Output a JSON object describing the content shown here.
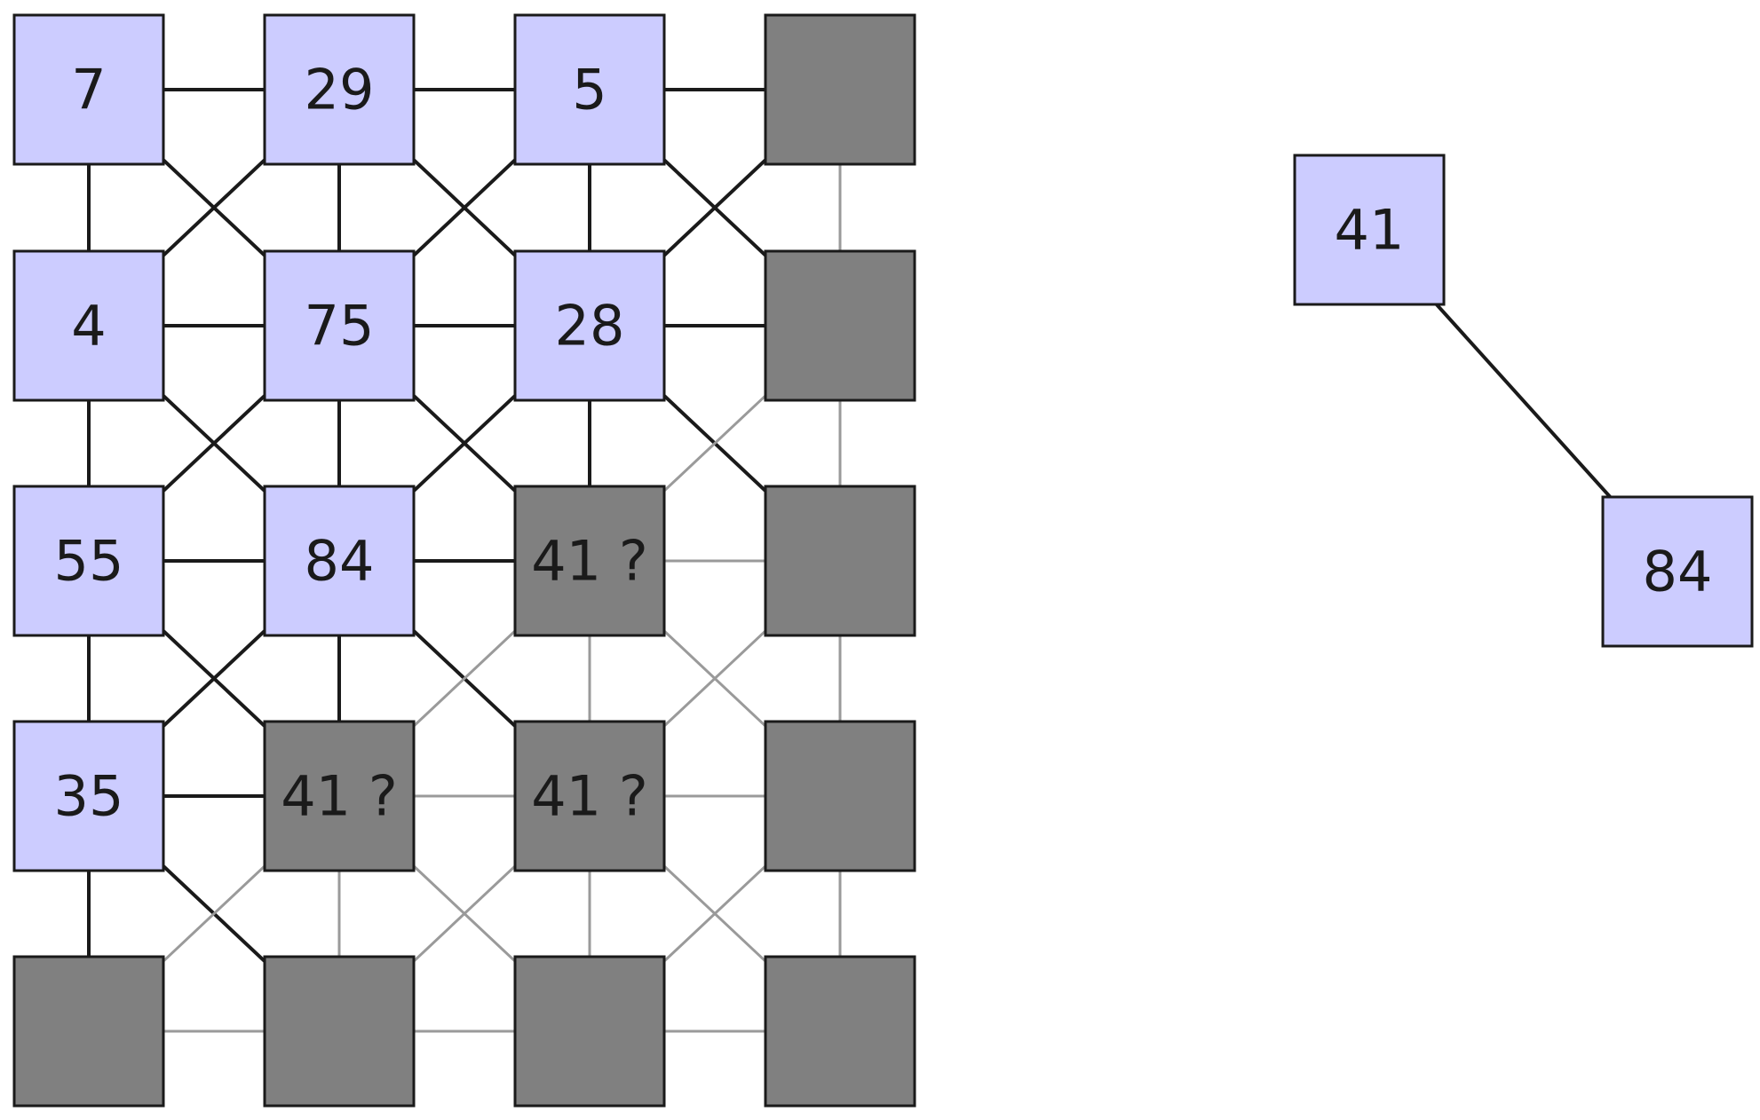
{
  "colors": {
    "known": "#ccccff",
    "unknown": "#808080",
    "edge_strong": "#1a1a1a",
    "edge_weak": "#9a9a9a",
    "border": "#1a1a1a"
  },
  "grid": {
    "cols": 4,
    "rows": 5,
    "cells": [
      [
        "7",
        "29",
        "5",
        ""
      ],
      [
        "4",
        "75",
        "28",
        ""
      ],
      [
        "55",
        "84",
        "41 ?",
        ""
      ],
      [
        "35",
        "41 ?",
        "41 ?",
        ""
      ],
      [
        "",
        "",
        "",
        ""
      ]
    ],
    "known": [
      [
        true,
        true,
        true,
        false
      ],
      [
        true,
        true,
        true,
        false
      ],
      [
        true,
        true,
        false,
        false
      ],
      [
        true,
        false,
        false,
        false
      ],
      [
        false,
        false,
        false,
        false
      ]
    ]
  },
  "side_graph": {
    "nodes": [
      {
        "id": "a",
        "label": "41"
      },
      {
        "id": "b",
        "label": "84"
      }
    ],
    "edges": [
      [
        "a",
        "b"
      ]
    ]
  }
}
